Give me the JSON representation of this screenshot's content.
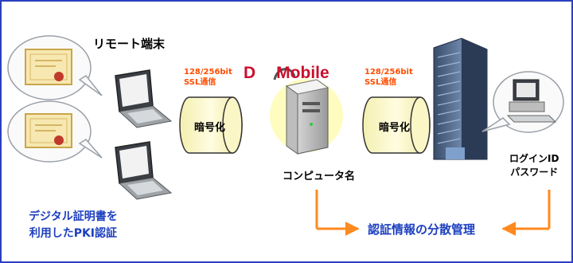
{
  "remote_terminal_label": "リモート端末",
  "left_ssl": {
    "line1": "128/256bit",
    "line2": "SSL通信"
  },
  "right_ssl": {
    "line1": "128/256bit",
    "line2": "SSL通信"
  },
  "left_encrypt_label": "暗号化",
  "right_encrypt_label": "暗号化",
  "logo": {
    "prefix": "D",
    "suffix": "Mobile"
  },
  "computer_name_label": "コンピュータ名",
  "login": {
    "line1": "ログインID",
    "line2": "パスワード"
  },
  "pki": {
    "line1": "デジタル証明書を",
    "line2": "利用したPKI認証"
  },
  "distributed_auth_label": "認証情報の分散管理",
  "colors": {
    "frame": "#2a3fbf",
    "ssl_text": "#ff4d00",
    "arrow": "#ff8a1f",
    "pki_text": "#1c3fbf",
    "cylinder": "#fffcc8",
    "logo_text": "#c8102e"
  },
  "icons": [
    "certificate-icon",
    "laptop-icon",
    "server-icon",
    "office-building-icon",
    "desktop-computer-icon"
  ]
}
